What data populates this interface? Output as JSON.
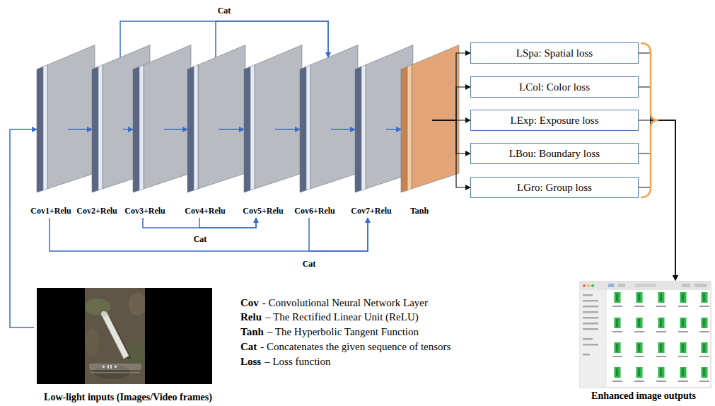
{
  "diagram": {
    "nodes": [
      {
        "text": [
          "Cov1+Relu"
        ]
      },
      {
        "text": [
          "Cov2+Relu"
        ]
      },
      {
        "text": [
          "Cov3+Relu"
        ]
      },
      {
        "text": [
          "Cov4+Relu"
        ]
      },
      {
        "text": [
          "Cov5+Relu"
        ]
      },
      {
        "text": [
          "Cov6+Relu"
        ]
      },
      {
        "text": [
          "Cov7+Relu"
        ]
      },
      {
        "text": [
          "Tanh"
        ]
      },
      {
        "text": [
          "LSpa: Spatial loss"
        ]
      },
      {
        "text": [
          "LCol: Color loss"
        ]
      },
      {
        "text": [
          "LExp: Exposure loss"
        ]
      },
      {
        "text": [
          "LBou: Boundary loss"
        ]
      },
      {
        "text": [
          "LGro: Group loss"
        ]
      },
      {
        "text": [
          "Low-light inputs (Images/Video frames)"
        ]
      },
      {
        "text": [
          "Enhanced image outputs"
        ]
      }
    ],
    "edges": [
      {
        "from": 13,
        "to": 0,
        "arrow": "to"
      },
      {
        "from": 0,
        "to": 1,
        "arrow": "to"
      },
      {
        "from": 1,
        "to": 2,
        "arrow": "to"
      },
      {
        "from": 2,
        "to": 3,
        "arrow": "to"
      },
      {
        "from": 3,
        "to": 4,
        "arrow": "to"
      },
      {
        "from": 4,
        "to": 5,
        "arrow": "to"
      },
      {
        "from": 5,
        "to": 6,
        "arrow": "to"
      },
      {
        "from": 6,
        "to": 7,
        "arrow": "to"
      },
      {
        "from": 1,
        "to": 5,
        "arrow": "to"
      },
      {
        "from": 3,
        "to": 5,
        "label": "Cat",
        "arrow": "to"
      },
      {
        "from": 2,
        "to": 4,
        "arrow": "to"
      },
      {
        "from": 3,
        "to": 4,
        "label": "Cat",
        "arrow": "to"
      },
      {
        "from": 0,
        "to": 6,
        "arrow": "to"
      },
      {
        "from": 5,
        "to": 6,
        "label": "Cat",
        "arrow": "to"
      },
      {
        "from": 7,
        "to": 8,
        "arrow": "to"
      },
      {
        "from": 7,
        "to": 9,
        "arrow": "to"
      },
      {
        "from": 7,
        "to": 10,
        "arrow": "to"
      },
      {
        "from": 7,
        "to": 11,
        "arrow": "to"
      },
      {
        "from": 7,
        "to": 12,
        "arrow": "to"
      },
      {
        "from": 8,
        "to": 14,
        "arrow": "to"
      },
      {
        "from": 9,
        "to": 14,
        "arrow": "to"
      },
      {
        "from": 10,
        "to": 14,
        "arrow": "to"
      },
      {
        "from": 11,
        "to": 14,
        "arrow": "to"
      },
      {
        "from": 12,
        "to": 14,
        "arrow": "to"
      }
    ],
    "labels": [
      "Cov",
      "- Convolutional Neural Network Layer",
      "Relu",
      "– The Rectified Linear Unit (ReLU)",
      "Tanh",
      "– The Hyperbolic Tangent Function",
      "Cat",
      "- Concatenates the given sequence of tensors",
      "Loss",
      "– Loss function"
    ]
  }
}
